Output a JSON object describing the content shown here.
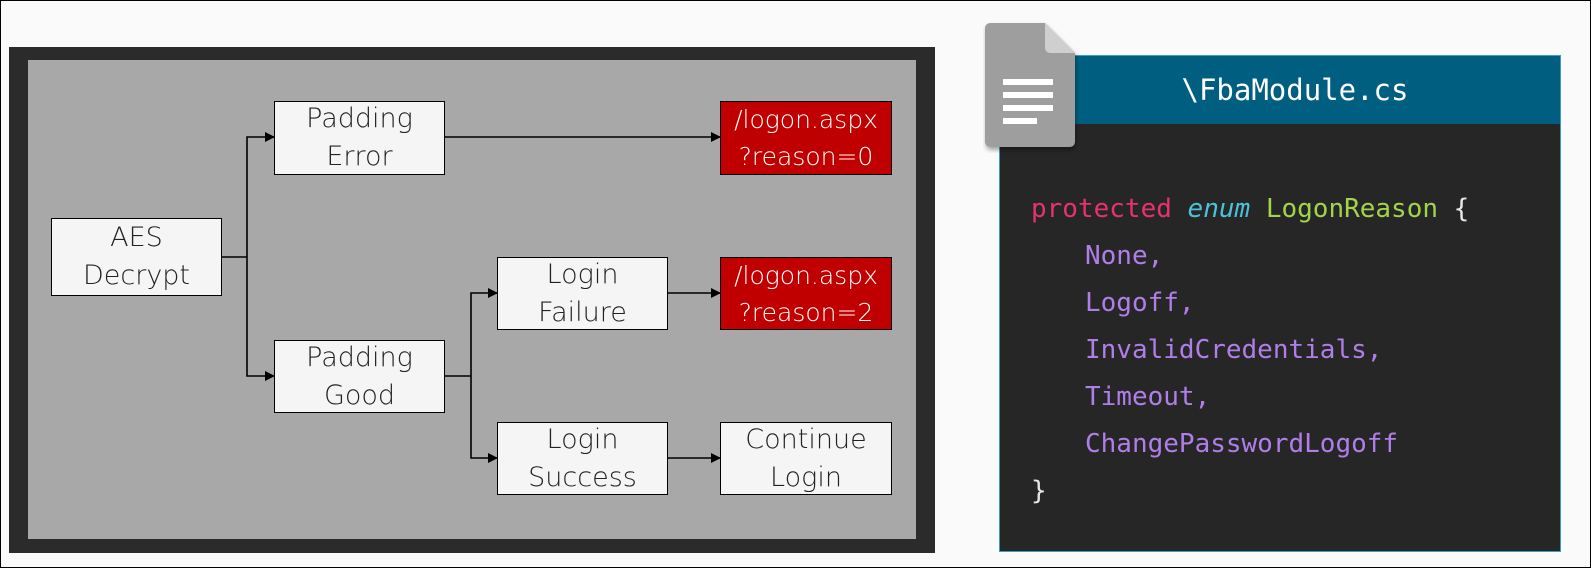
{
  "flowchart": {
    "nodes": {
      "aes_decrypt": "AES\nDecrypt",
      "padding_error": "Padding\nError",
      "padding_good": "Padding\nGood",
      "login_failure": "Login\nFailure",
      "login_success": "Login\nSuccess",
      "reason0": "/logon.aspx\n?reason=0",
      "reason2": "/logon.aspx\n?reason=2",
      "continue_login": "Continue\nLogin"
    }
  },
  "code": {
    "filename": "\\FbaModule.cs",
    "keyword_protected": "protected",
    "keyword_enum": "enum",
    "type_name": "LogonReason",
    "open_brace": "{",
    "close_brace": "}",
    "members": [
      "None,",
      "Logoff,",
      "InvalidCredentials,",
      "Timeout,",
      "ChangePasswordLogoff"
    ]
  },
  "colors": {
    "redirect_box": "#c00000",
    "header_bar": "#005f80",
    "keyword": "#e5336b",
    "keyword_enum": "#4cc2d8",
    "type_name": "#a3d34a",
    "member": "#b07ee8"
  },
  "icons": {
    "file": "document-icon"
  }
}
